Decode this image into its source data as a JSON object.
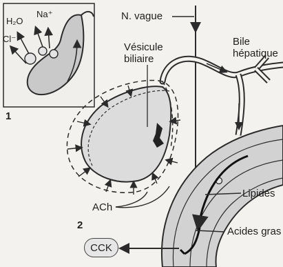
{
  "inset": {
    "panel_number": "1",
    "labels": {
      "water": "H₂O",
      "sodium": "Na⁺",
      "chloride": "Cl⁻"
    }
  },
  "main": {
    "panel_number": "2",
    "labels": {
      "vagus_nerve": "N. vague",
      "gallbladder_line1": "Vésicule",
      "gallbladder_line2": "biliaire",
      "hepatic_bile_line1": "Bile",
      "hepatic_bile_line2": "hépatique",
      "acetylcholine": "ACh",
      "lipids": "Lipides",
      "fatty_acids": "Acides gras",
      "cholecystokinin": "CCK"
    }
  },
  "colors": {
    "line": "#2b2b2b",
    "fill": "#d8d8d8",
    "background": "#f4f2ee"
  }
}
